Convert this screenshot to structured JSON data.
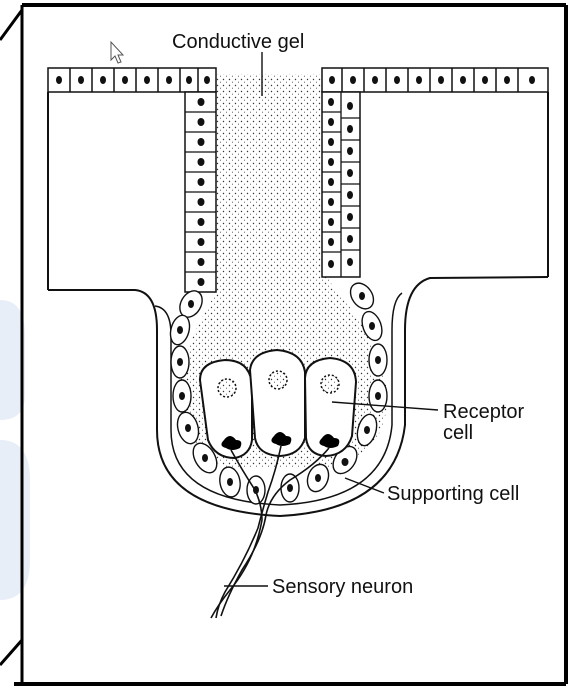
{
  "diagram": {
    "labels": {
      "gel": "Conductive gel",
      "receptor_line1": "Receptor",
      "receptor_line2": "cell",
      "supporting": "Supporting cell",
      "neuron": "Sensory neuron"
    }
  }
}
